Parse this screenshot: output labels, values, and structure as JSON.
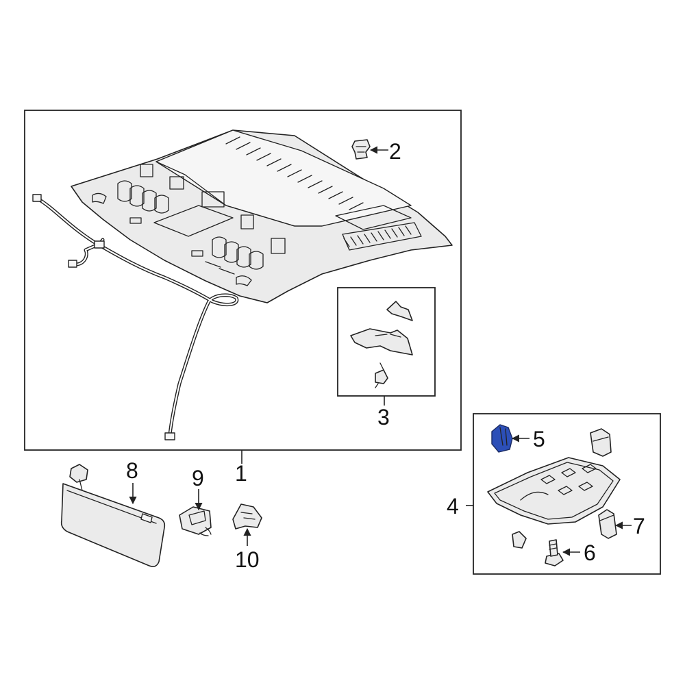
{
  "callouts": {
    "c1": "1",
    "c2": "2",
    "c3": "3",
    "c4": "4",
    "c5": "5",
    "c6": "6",
    "c7": "7",
    "c8": "8",
    "c9": "9",
    "c10": "10"
  },
  "highlight_color": "#2c4fb8"
}
